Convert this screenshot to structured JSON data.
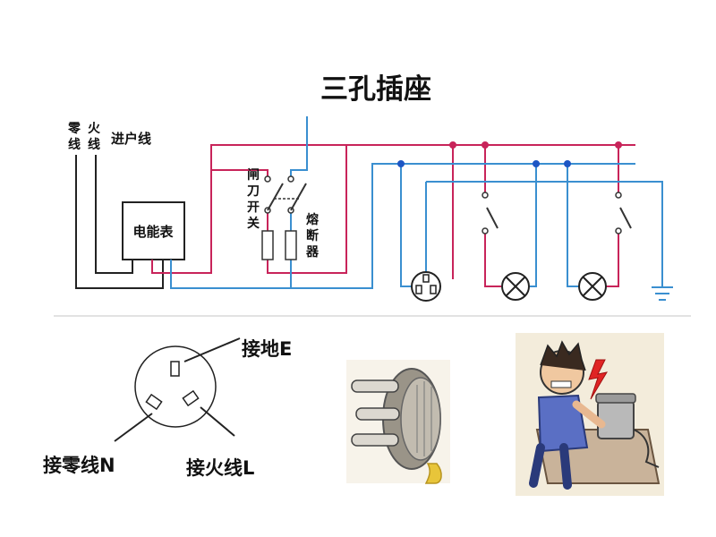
{
  "title": "三孔插座",
  "wiring": {
    "neutral_label_1": "零",
    "neutral_label_2": "线",
    "live_label_1": "火",
    "live_label_2": "线",
    "service_line_label": "进户线",
    "meter_label": "电能表",
    "knife_switch_chars": [
      "闸",
      "刀",
      "开",
      "关"
    ],
    "fuse_chars": [
      "熔",
      "断",
      "器"
    ]
  },
  "socket": {
    "earth_label": "接地E",
    "neutral_label": "接零线N",
    "live_label": "接火线L"
  },
  "colors": {
    "live_wire": "#c8245a",
    "neutral_wire": "#3a8fd0",
    "junction_live": "#c8245a",
    "junction_neutral": "#1d56c4",
    "divider": "#d8d8d8"
  }
}
